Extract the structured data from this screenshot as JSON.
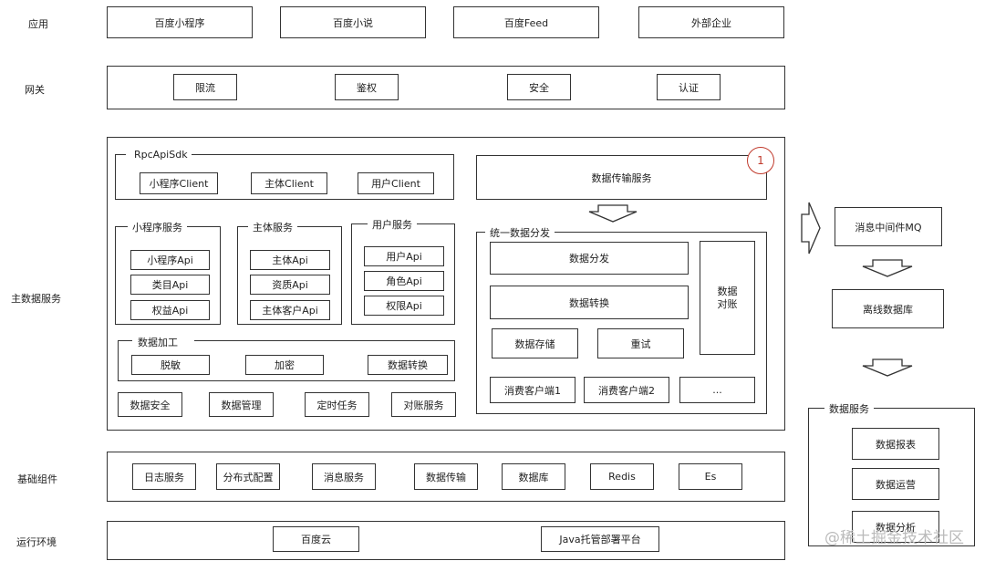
{
  "layers": {
    "app": "应用",
    "gateway": "网关",
    "master": "主数据服务",
    "base": "基础组件",
    "runtime": "运行环境"
  },
  "app_items": [
    "百度小程序",
    "百度小说",
    "百度Feed",
    "外部企业"
  ],
  "gateway_items": [
    "限流",
    "鉴权",
    "安全",
    "认证"
  ],
  "sdk": {
    "title": "RpcApiSdk",
    "items": [
      "小程序Client",
      "主体Client",
      "用户Client"
    ]
  },
  "services": [
    {
      "title": "小程序服务",
      "items": [
        "小程序Api",
        "类目Api",
        "权益Api"
      ]
    },
    {
      "title": "主体服务",
      "items": [
        "主体Api",
        "资质Api",
        "主体客户Api"
      ]
    },
    {
      "title": "用户服务",
      "items": [
        "用户Api",
        "角色Api",
        "权限Api"
      ]
    }
  ],
  "processing": {
    "title": "数据加工",
    "items": [
      "脱敏",
      "加密",
      "数据转换"
    ]
  },
  "master_bottom": [
    "数据安全",
    "数据管理",
    "定时任务",
    "对账服务"
  ],
  "transfer": {
    "title": "数据传输服务",
    "badge": "1"
  },
  "distribution": {
    "title": "统一数据分发",
    "dispatch": "数据分发",
    "convert": "数据转换",
    "store": "数据存储",
    "retry": "重试",
    "reconcile": "数据\n对账",
    "clients": [
      "消费客户端1",
      "消费客户端2",
      "..."
    ]
  },
  "right": {
    "mq": "消息中间件MQ",
    "offline": "离线数据库",
    "data_service_title": "数据服务",
    "data_service_items": [
      "数据报表",
      "数据运营",
      "数据分析"
    ]
  },
  "base_items": [
    "日志服务",
    "分布式配置",
    "消息服务",
    "数据传输",
    "数据库",
    "Redis",
    "Es"
  ],
  "runtime_items": [
    "百度云",
    "Java托管部署平台"
  ],
  "watermark": "@稀土掘金技术社区",
  "colors": {
    "line": "#333333",
    "badge": "#c0392b"
  }
}
